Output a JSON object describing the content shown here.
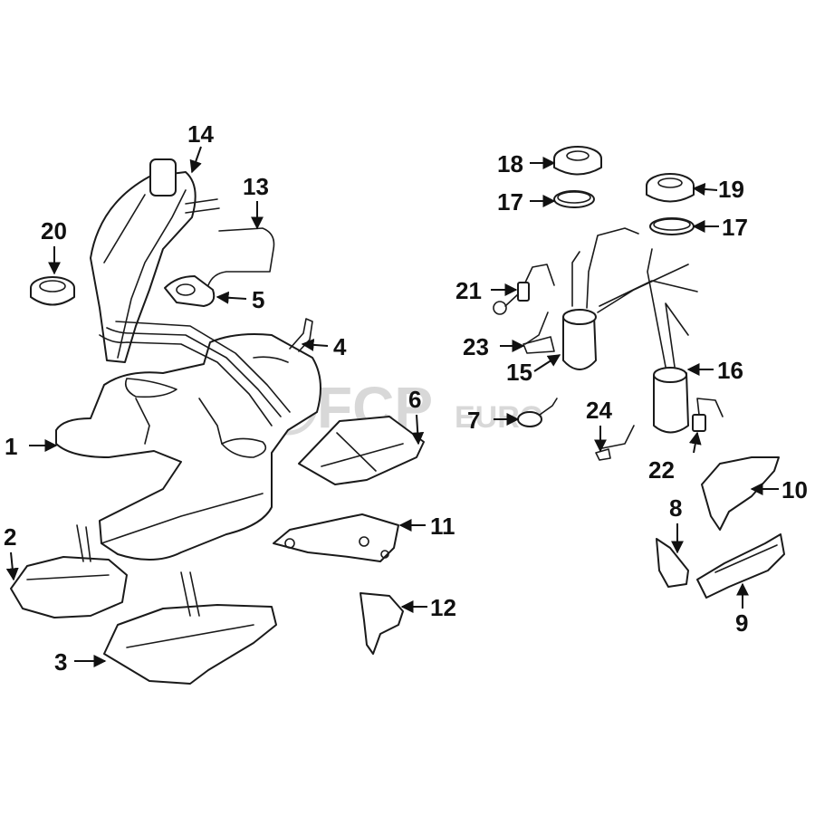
{
  "diagram": {
    "callouts": [
      {
        "id": "c1",
        "label": "1"
      },
      {
        "id": "c2",
        "label": "2"
      },
      {
        "id": "c3",
        "label": "3"
      },
      {
        "id": "c4",
        "label": "4"
      },
      {
        "id": "c5",
        "label": "5"
      },
      {
        "id": "c6",
        "label": "6"
      },
      {
        "id": "c7",
        "label": "7"
      },
      {
        "id": "c8",
        "label": "8"
      },
      {
        "id": "c9",
        "label": "9"
      },
      {
        "id": "c10",
        "label": "10"
      },
      {
        "id": "c11",
        "label": "11"
      },
      {
        "id": "c12",
        "label": "12"
      },
      {
        "id": "c13",
        "label": "13"
      },
      {
        "id": "c14",
        "label": "14"
      },
      {
        "id": "c15",
        "label": "15"
      },
      {
        "id": "c16",
        "label": "16"
      },
      {
        "id": "c17a",
        "label": "17"
      },
      {
        "id": "c17b",
        "label": "17"
      },
      {
        "id": "c18",
        "label": "18"
      },
      {
        "id": "c19",
        "label": "19"
      },
      {
        "id": "c20",
        "label": "20"
      },
      {
        "id": "c21",
        "label": "21"
      },
      {
        "id": "c22",
        "label": "22"
      },
      {
        "id": "c23",
        "label": "23"
      },
      {
        "id": "c24",
        "label": "24"
      }
    ]
  },
  "watermark": {
    "brand": "FCP",
    "suffix": "EURO"
  }
}
